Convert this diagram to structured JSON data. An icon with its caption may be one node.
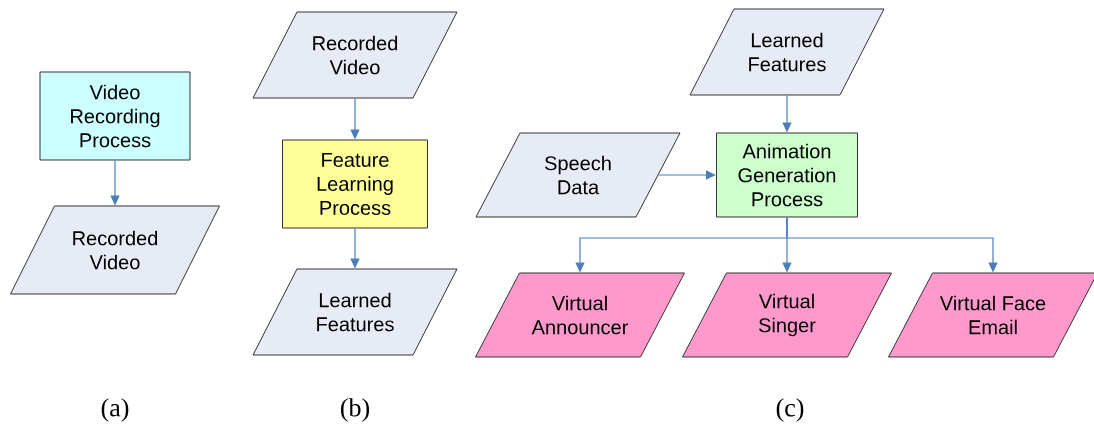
{
  "diagram": {
    "nodes": [
      {
        "text": [
          "Video Recording Process"
        ]
      },
      {
        "text": [
          "Recorded Video"
        ]
      },
      {
        "text": [
          "Recorded Video"
        ]
      },
      {
        "text": [
          "Feature Learning Process"
        ]
      },
      {
        "text": [
          "Learned Features"
        ]
      },
      {
        "text": [
          "Learned Features"
        ]
      },
      {
        "text": [
          "Speech Data"
        ]
      },
      {
        "text": [
          "Animation Generation Process"
        ]
      },
      {
        "text": [
          "Virtual Announcer"
        ]
      },
      {
        "text": [
          "Virtual Singer"
        ]
      },
      {
        "text": [
          "Virtual Face Email"
        ]
      }
    ],
    "edges": [
      {
        "from": 0,
        "to": 1,
        "arrow": "to"
      },
      {
        "from": 2,
        "to": 3,
        "arrow": "to"
      },
      {
        "from": 3,
        "to": 4,
        "arrow": "to"
      },
      {
        "from": 5,
        "to": 7,
        "arrow": "to"
      },
      {
        "from": 6,
        "to": 7,
        "arrow": "to"
      },
      {
        "from": 7,
        "to": 8,
        "arrow": "to"
      },
      {
        "from": 7,
        "to": 9,
        "arrow": "to"
      },
      {
        "from": 7,
        "to": 10,
        "arrow": "to"
      }
    ],
    "labels": [
      "(a)",
      "(b)",
      "(c)"
    ]
  }
}
